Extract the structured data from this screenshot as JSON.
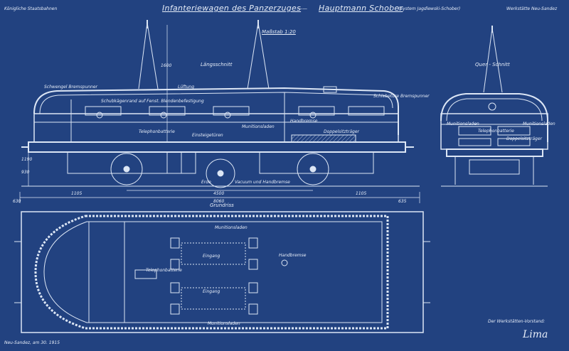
{
  "header": {
    "left": "Königliche Staatsbahnen",
    "title_main": "Infanteriewagen des Panzerzuges",
    "title_dash": "——",
    "title_author": "Hauptmann Schober",
    "title_system": "(System Jagdlewski-Schober)",
    "right": "Werkstätte Neu-Sandez",
    "scale": "Maßstab 1:20"
  },
  "views": {
    "longitudinal": "Längsschnitt",
    "cross": "Quer - Schnitt",
    "plan": "Grundriss"
  },
  "labels": {
    "schwengel_bremse": "Schwengel Bremspunner",
    "lueftung": "Lüftung",
    "schiebetuere": "Schiebetüre Bremspunner",
    "scheibe": "Schubkägenrand auf Fenst. Blendenbefestigung",
    "telephonbatterie": "Telephonbatterie",
    "einsteigetuere": "Einsteigetüren",
    "munitionsladen": "Munitionsladen",
    "handbremse": "Handbremse",
    "doppelsitz": "Doppelsitzträger",
    "erde": "Erde",
    "vacuum": "Vacuum und Handbremse",
    "munitionsladen_q": "Munitionsladen",
    "telephonbatterie_q": "Telephonbatterie",
    "munitionsladen_q2": "Munitionsladen",
    "doppelsitz_q": "Doppelsitzträger",
    "plan_munitionsladen_top": "Munitionsladen",
    "plan_munitionsladen_bottom": "Munitionsladen",
    "plan_eingang_1": "Eingang",
    "plan_eingang_2": "Eingang",
    "plan_telephonbatterie": "Telephonbatterie",
    "plan_handbremse": "Handbremse"
  },
  "dimensions": {
    "height_total": "1600",
    "length_wheelbase": "4500",
    "length_total": "8060",
    "left_overhang": "1105",
    "right_overhang": "1105",
    "side_left": "1190",
    "side_left_low": "930",
    "end_left": "630",
    "end_right": "635"
  },
  "footer": {
    "place_date": "Neu-Sandez, am 30. 1915",
    "signature_title": "Der Werkstätten-Vorstand:",
    "signature": "Lima"
  },
  "colors": {
    "paper": "#1f3f7c",
    "ink": "#dce6f5"
  }
}
